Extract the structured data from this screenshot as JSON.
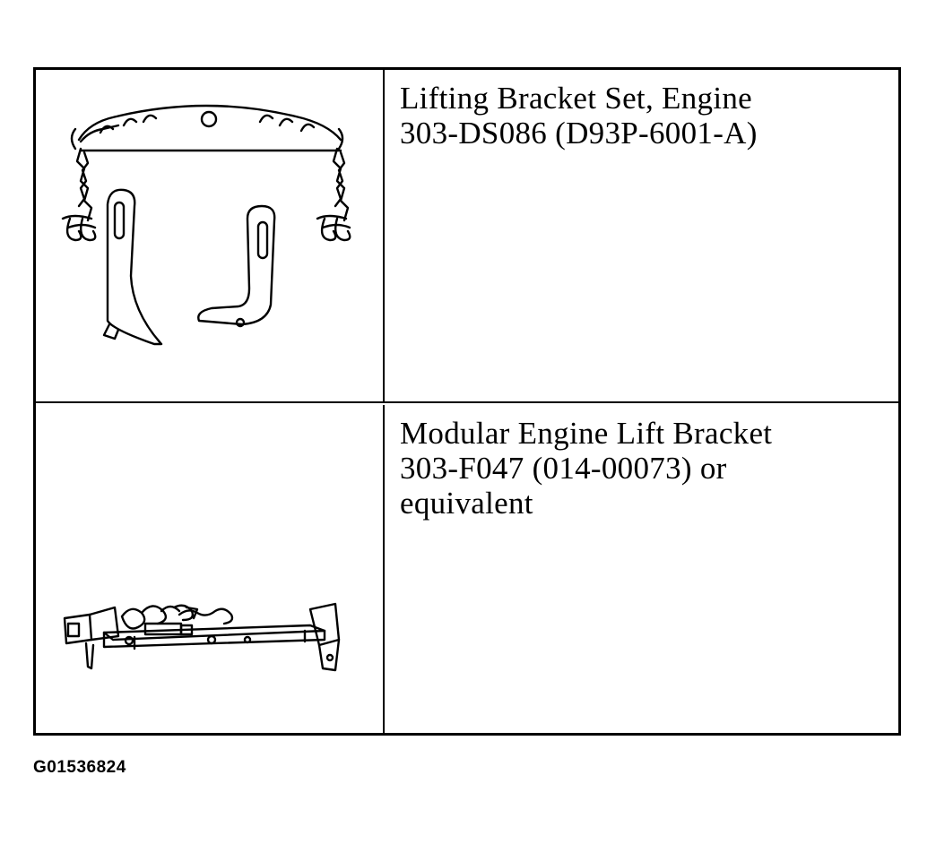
{
  "tools": [
    {
      "name": "Lifting Bracket Set, Engine",
      "part_line": "303-DS086 (D93P-6001-A)",
      "extra_line": "",
      "illustration_icon": "engine-lifting-bracket-set-icon"
    },
    {
      "name": "Modular Engine Lift Bracket",
      "part_line": "303-F047 (014-00073) or",
      "extra_line": "equivalent",
      "illustration_icon": "modular-engine-lift-bracket-icon"
    }
  ],
  "figure_id": "G01536824",
  "colors": {
    "line": "#000000",
    "background": "#ffffff"
  }
}
